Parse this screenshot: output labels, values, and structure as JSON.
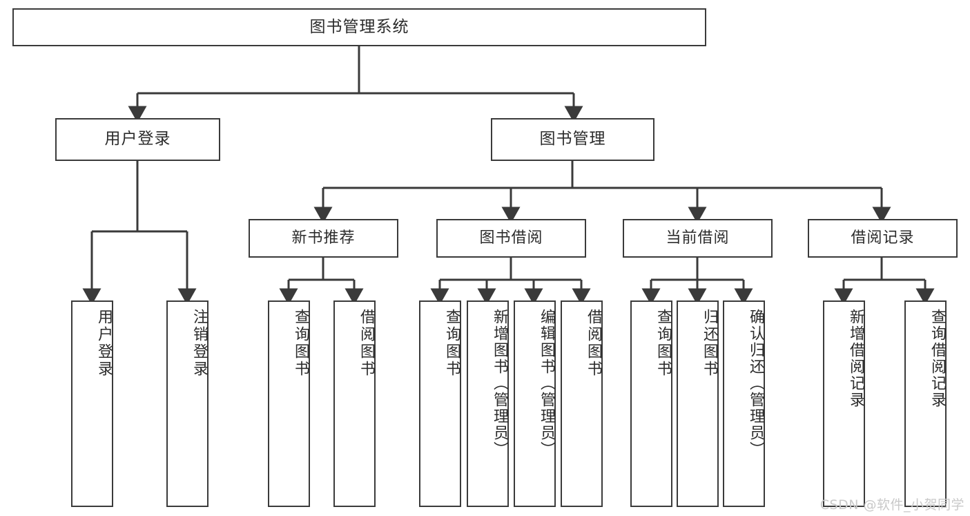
{
  "diagram": {
    "type": "tree-hierarchy-diagram",
    "title": "图书管理系统",
    "stroke_color": "#3a3a3a",
    "text_color": "#2b2b2b",
    "background_color": "#ffffff",
    "root": {
      "id": "root",
      "label": "图书管理系统"
    },
    "level2": [
      {
        "id": "user-login",
        "label": "用户登录"
      },
      {
        "id": "book-manage",
        "label": "图书管理"
      }
    ],
    "level3": [
      {
        "id": "new-book-rec",
        "label": "新书推荐",
        "parent": "book-manage"
      },
      {
        "id": "book-borrow",
        "label": "图书借阅",
        "parent": "book-manage"
      },
      {
        "id": "current-borrow",
        "label": "当前借阅",
        "parent": "book-manage"
      },
      {
        "id": "borrow-record",
        "label": "借阅记录",
        "parent": "book-manage"
      }
    ],
    "leaves": {
      "user_login": [
        {
          "id": "leaf-user-login",
          "label": "用户登录"
        },
        {
          "id": "leaf-logout",
          "label": "注销登录"
        }
      ],
      "new_book_rec": [
        {
          "id": "leaf-query-book-1",
          "label": "查询图书"
        },
        {
          "id": "leaf-borrow-book-1",
          "label": "借阅图书"
        }
      ],
      "book_borrow": [
        {
          "id": "leaf-query-book-2",
          "label": "查询图书"
        },
        {
          "id": "leaf-add-book",
          "label": "新增图书（管理员）"
        },
        {
          "id": "leaf-edit-book",
          "label": "编辑图书（管理员）"
        },
        {
          "id": "leaf-borrow-book-2",
          "label": "借阅图书"
        }
      ],
      "current_borrow": [
        {
          "id": "leaf-query-book-3",
          "label": "查询图书"
        },
        {
          "id": "leaf-return-book",
          "label": "归还图书"
        },
        {
          "id": "leaf-confirm-return",
          "label": "确认归还（管理员）"
        }
      ],
      "borrow_record": [
        {
          "id": "leaf-add-record",
          "label": "新增借阅记录"
        },
        {
          "id": "leaf-query-record",
          "label": "查询借阅记录"
        }
      ]
    }
  },
  "watermark": {
    "text": "CSDN @软件_小贺同学"
  }
}
